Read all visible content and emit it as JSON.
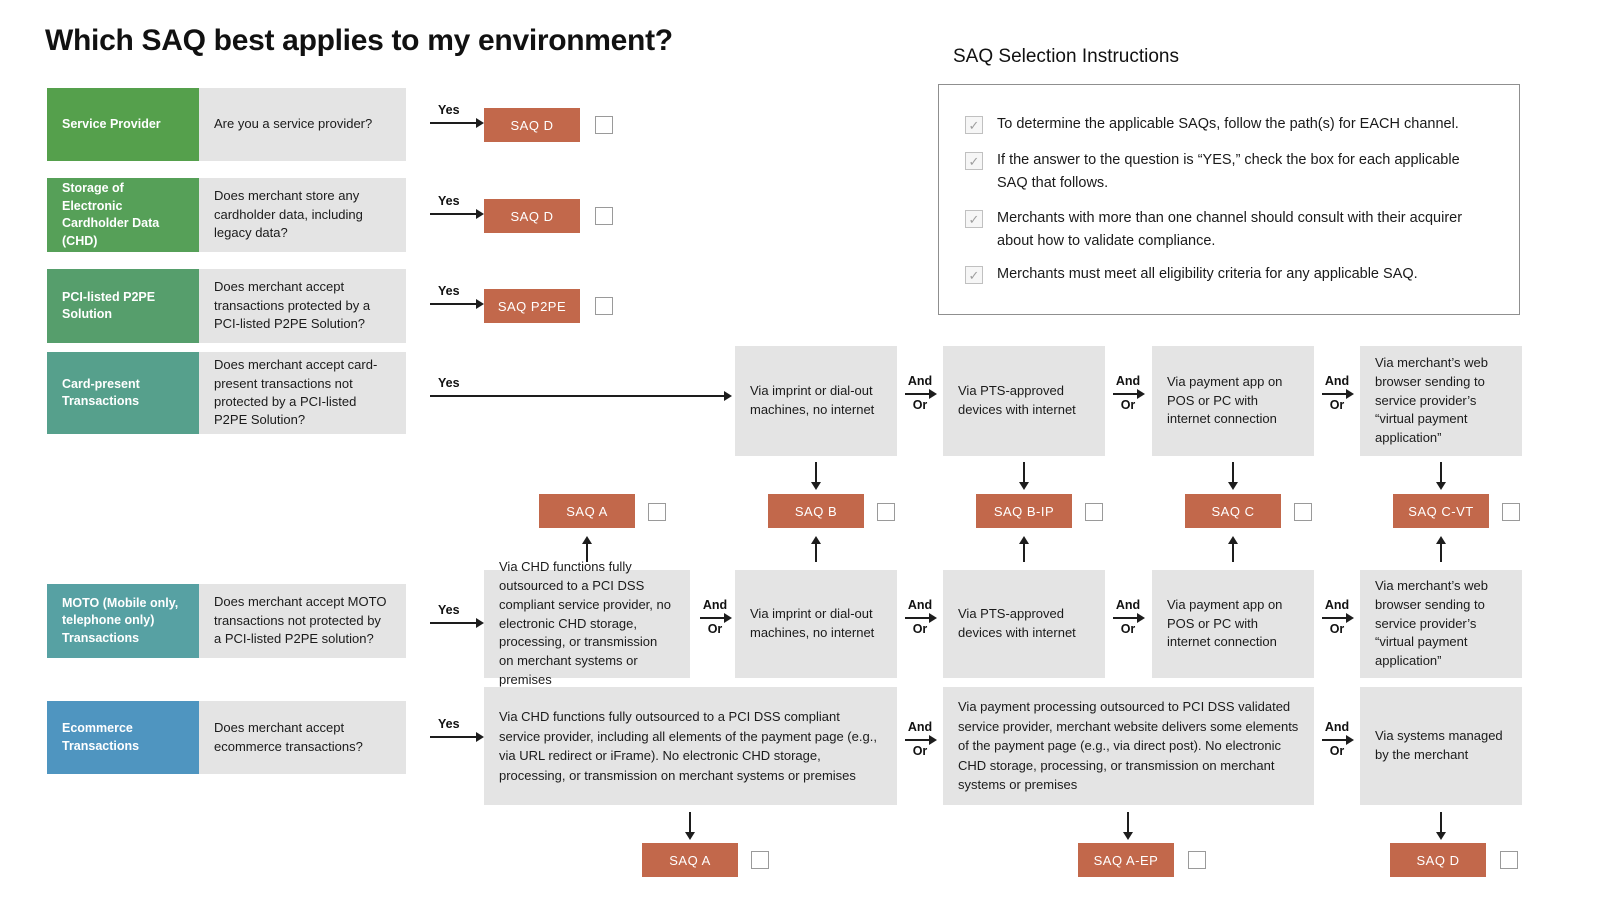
{
  "title": "Which SAQ best applies to my environment?",
  "labels": {
    "yes": "Yes",
    "and": "And",
    "or": "Or"
  },
  "icons": {
    "check": "✓"
  },
  "colors": {
    "accent_orange": "#c2684b",
    "path_box_gray": "#e4e4e4",
    "service_provider_green": "#55a04c",
    "storage_chd_green": "#56a058",
    "p2pe_green": "#569e6c",
    "card_present_teal": "#56a08c",
    "moto_teal": "#57a1a3",
    "ecommerce_blue": "#4f95c0"
  },
  "instructions": {
    "title": "SAQ Selection Instructions",
    "items": [
      "To determine the applicable SAQs, follow the path(s) for EACH channel.",
      "If the answer to the question is “YES,” check the box for each applicable SAQ that follows.",
      "Merchants with more than one channel should consult with their acquirer about how to validate compliance.",
      "Merchants must meet all eligibility criteria for any applicable SAQ."
    ]
  },
  "channels": [
    {
      "label": "Service Provider",
      "question": "Are you a service provider?",
      "saq": "SAQ D",
      "color": "#55a04c"
    },
    {
      "label": "Storage of Electronic Cardholder Data (CHD)",
      "question": "Does merchant store any cardholder data, including legacy data?",
      "saq": "SAQ D",
      "color": "#56a058"
    },
    {
      "label": "PCI-listed P2PE Solution",
      "question": "Does merchant accept transactions protected by a PCI-listed P2PE Solution?",
      "saq": "SAQ P2PE",
      "color": "#569e6c"
    },
    {
      "label": "Card-present Transactions",
      "question": "Does merchant accept card-present transactions not protected by a PCI-listed P2PE Solution?",
      "color": "#56a08c"
    },
    {
      "label": "MOTO (Mobile only, telephone only) Transactions",
      "question": "Does merchant accept MOTO transactions not protected by a PCI-listed P2PE solution?",
      "color": "#57a1a3"
    },
    {
      "label": "Ecommerce Transactions",
      "question": "Does merchant accept ecommerce transactions?",
      "color": "#4f95c0"
    }
  ],
  "card_present_path": [
    "Via imprint or dial-out machines, no internet",
    "Via PTS-approved devices with internet",
    "Via payment app on POS or PC with internet connection",
    "Via merchant’s web browser sending to service provider’s “virtual payment application”"
  ],
  "moto_path": [
    "Via CHD functions fully outsourced to a PCI DSS compliant service provider, no electronic CHD storage, processing, or transmission on merchant systems or premises",
    "Via imprint or dial-out machines, no internet",
    "Via PTS-approved devices with internet",
    "Via payment app on POS or PC with internet connection",
    "Via merchant’s web browser sending to service provider’s “virtual payment application”"
  ],
  "ecommerce_path": [
    "Via CHD functions fully outsourced to a PCI DSS compliant service provider, including all elements of the payment page (e.g., via URL redirect or iFrame). No electronic CHD storage, processing, or transmission on merchant systems or premises",
    "Via payment processing outsourced to PCI DSS validated service provider, merchant website delivers some elements of the payment page (e.g., via direct post). No electronic CHD storage, processing, or transmission on merchant systems or premises",
    "Via systems managed by the merchant"
  ],
  "mid_saqs": [
    "SAQ A",
    "SAQ B",
    "SAQ B-IP",
    "SAQ C",
    "SAQ C-VT"
  ],
  "bottom_saqs": [
    "SAQ A",
    "SAQ A-EP",
    "SAQ D"
  ]
}
